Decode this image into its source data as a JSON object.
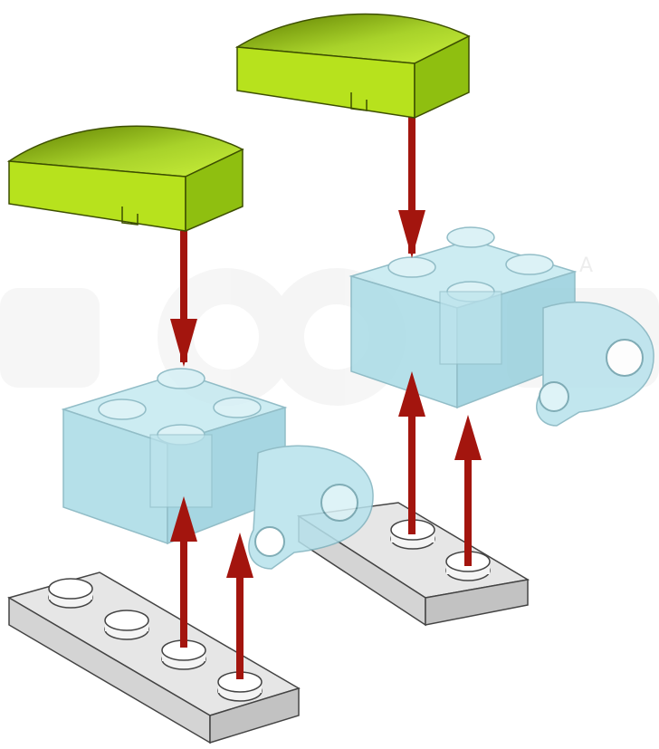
{
  "colors": {
    "background": "#ffffff",
    "lime_top": "#a8d22a",
    "lime_front": "#b7e21d",
    "lime_side": "#8fbf10",
    "lime_dark": "#5e7d00",
    "translucent_blue": "#9fd8e4",
    "translucent_blue_dark": "#6fb3c4",
    "plate_top": "#e2e2e2",
    "plate_front": "#cfcfcf",
    "plate_side": "#bdbdbd",
    "arrow_red": "#a3150e",
    "watermark": "#e9e9e9"
  },
  "watermark": {
    "glyphs": "LEGO"
  },
  "assembly": {
    "left_group": {
      "top_piece": {
        "name": "curved-slope-lime",
        "icon": "curved-slope-icon"
      },
      "middle_piece": {
        "name": "transparent-brick-with-ball-socket",
        "stud_count": 4
      },
      "bottom_piece": {
        "name": "grey-plate-1x4",
        "stud_count": 4
      },
      "arrows": {
        "down": 1,
        "up": 2
      }
    },
    "right_group": {
      "top_piece": {
        "name": "curved-slope-lime",
        "icon": "curved-slope-icon"
      },
      "middle_piece": {
        "name": "transparent-brick-with-ball-socket",
        "stud_count": 4
      },
      "bottom_piece": {
        "name": "grey-plate-1x2",
        "stud_count": 2
      },
      "arrows": {
        "down": 1,
        "up": 2
      }
    }
  }
}
